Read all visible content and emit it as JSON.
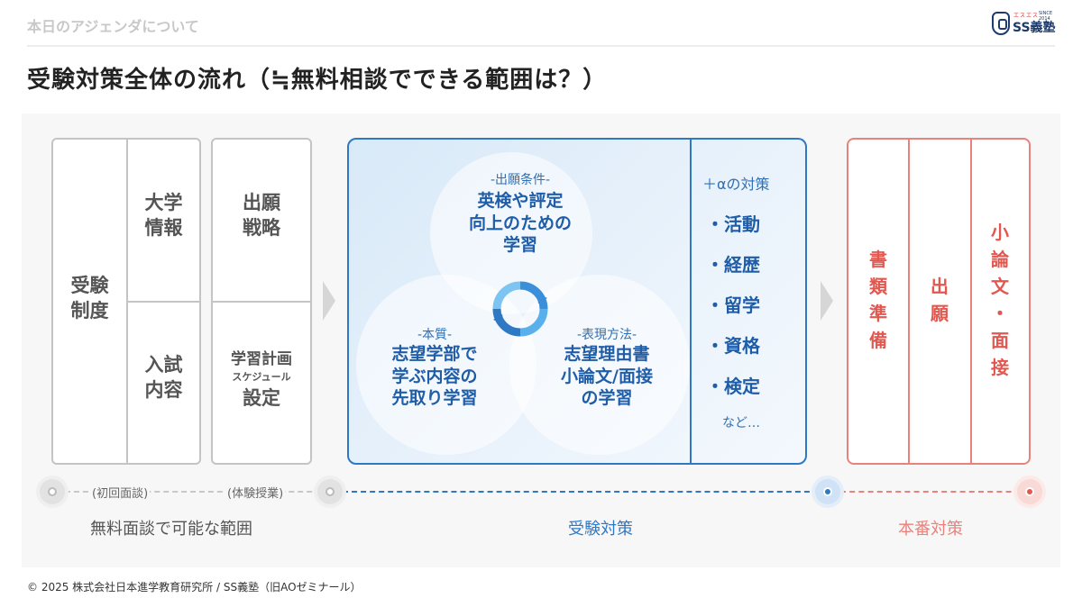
{
  "header": {
    "section_title": "本日のアジェンダについて",
    "logo": {
      "small_text": "エスエス",
      "since": "SINCE 2014",
      "name": "SS義塾"
    },
    "main_title": "受験対策全体の流れ（≒無料相談でできる範囲は？）"
  },
  "free_section": {
    "col1": "受験\n制度",
    "col2_top": "大学\n情報",
    "col2_bottom": "入試\n内容",
    "col3_top": "出願\n戦略",
    "col3_bottom_line1": "学習計画",
    "col3_bottom_line2": "スケジュール",
    "col3_bottom_line3": "設定"
  },
  "exam_prep": {
    "top": {
      "head": "-出願条件-",
      "body": "英検や評定\n向上のための\n学習"
    },
    "left": {
      "head": "-本質-",
      "body": "志望学部で\n学ぶ内容の\n先取り学習"
    },
    "right": {
      "head": "-表現方法-",
      "body": "志望理由書\n小論文/面接\nの学習"
    },
    "alpha": {
      "head": "＋αの対策",
      "items": [
        "・活動",
        "・経歴",
        "・留学",
        "・資格",
        "・検定"
      ],
      "etc": "など…"
    }
  },
  "final": {
    "col1": "書\n類\n準\n備",
    "col2": "出\n願",
    "col3": "小\n論\n文\n・\n面\n接"
  },
  "timeline": {
    "small1": "(初回面談)",
    "small2": "(体験授業)",
    "label_free": "無料面談で可能な範囲",
    "label_exam": "受験対策",
    "label_final": "本番対策"
  },
  "colors": {
    "blue": "#2f78c4",
    "red": "#e2574f",
    "gray": "#c4c4c4"
  },
  "footer": "© 2025 株式会社日本進学教育研究所 / SS義塾（旧AOゼミナール）"
}
